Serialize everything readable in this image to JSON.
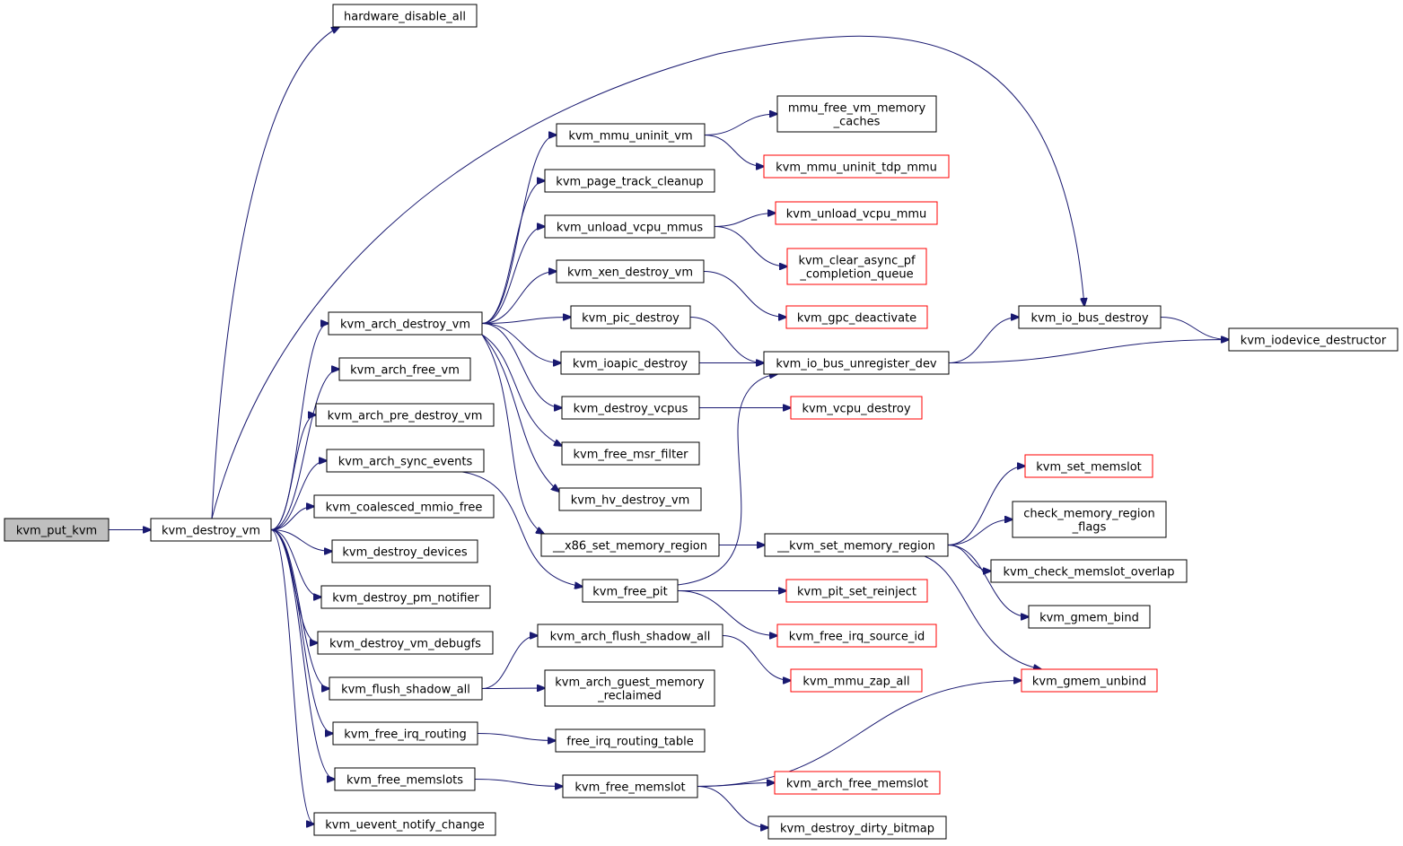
{
  "graph": {
    "colors": {
      "edge": "#191970",
      "node_border": "#000000",
      "truncated_node_border": "#ff0000",
      "root_fill": "#bfbfbf"
    },
    "nodes": [
      {
        "id": "kvm_put_kvm",
        "lines": [
          "kvm_put_kvm"
        ],
        "style": "root"
      },
      {
        "id": "kvm_destroy_vm",
        "lines": [
          "kvm_destroy_vm"
        ],
        "style": "normal"
      },
      {
        "id": "hardware_disable_all",
        "lines": [
          "hardware_disable_all"
        ],
        "style": "normal"
      },
      {
        "id": "kvm_arch_destroy_vm",
        "lines": [
          "kvm_arch_destroy_vm"
        ],
        "style": "normal"
      },
      {
        "id": "kvm_arch_free_vm",
        "lines": [
          "kvm_arch_free_vm"
        ],
        "style": "normal"
      },
      {
        "id": "kvm_arch_pre_destroy_vm",
        "lines": [
          "kvm_arch_pre_destroy_vm"
        ],
        "style": "normal"
      },
      {
        "id": "kvm_arch_sync_events",
        "lines": [
          "kvm_arch_sync_events"
        ],
        "style": "normal"
      },
      {
        "id": "kvm_coalesced_mmio_free",
        "lines": [
          "kvm_coalesced_mmio_free"
        ],
        "style": "normal"
      },
      {
        "id": "kvm_destroy_devices",
        "lines": [
          "kvm_destroy_devices"
        ],
        "style": "normal"
      },
      {
        "id": "kvm_destroy_pm_notifier",
        "lines": [
          "kvm_destroy_pm_notifier"
        ],
        "style": "normal"
      },
      {
        "id": "kvm_destroy_vm_debugfs",
        "lines": [
          "kvm_destroy_vm_debugfs"
        ],
        "style": "normal"
      },
      {
        "id": "kvm_flush_shadow_all",
        "lines": [
          "kvm_flush_shadow_all"
        ],
        "style": "normal"
      },
      {
        "id": "kvm_free_irq_routing",
        "lines": [
          "kvm_free_irq_routing"
        ],
        "style": "normal"
      },
      {
        "id": "kvm_free_memslots",
        "lines": [
          "kvm_free_memslots"
        ],
        "style": "normal"
      },
      {
        "id": "kvm_uevent_notify_change",
        "lines": [
          "kvm_uevent_notify_change"
        ],
        "style": "normal"
      },
      {
        "id": "kvm_mmu_uninit_vm",
        "lines": [
          "kvm_mmu_uninit_vm"
        ],
        "style": "normal"
      },
      {
        "id": "kvm_page_track_cleanup",
        "lines": [
          "kvm_page_track_cleanup"
        ],
        "style": "normal"
      },
      {
        "id": "kvm_unload_vcpu_mmus",
        "lines": [
          "kvm_unload_vcpu_mmus"
        ],
        "style": "normal"
      },
      {
        "id": "kvm_xen_destroy_vm",
        "lines": [
          "kvm_xen_destroy_vm"
        ],
        "style": "normal"
      },
      {
        "id": "kvm_pic_destroy",
        "lines": [
          "kvm_pic_destroy"
        ],
        "style": "normal"
      },
      {
        "id": "kvm_ioapic_destroy",
        "lines": [
          "kvm_ioapic_destroy"
        ],
        "style": "normal"
      },
      {
        "id": "kvm_destroy_vcpus",
        "lines": [
          "kvm_destroy_vcpus"
        ],
        "style": "normal"
      },
      {
        "id": "kvm_free_msr_filter",
        "lines": [
          "kvm_free_msr_filter"
        ],
        "style": "normal"
      },
      {
        "id": "kvm_hv_destroy_vm",
        "lines": [
          "kvm_hv_destroy_vm"
        ],
        "style": "normal"
      },
      {
        "id": "x86_set_memory_region",
        "lines": [
          "__x86_set_memory_region"
        ],
        "style": "normal"
      },
      {
        "id": "kvm_free_pit",
        "lines": [
          "kvm_free_pit"
        ],
        "style": "normal"
      },
      {
        "id": "kvm_arch_flush_shadow_all",
        "lines": [
          "kvm_arch_flush_shadow_all"
        ],
        "style": "normal"
      },
      {
        "id": "kvm_arch_guest_memory_reclaimed",
        "lines": [
          "kvm_arch_guest_memory",
          "_reclaimed"
        ],
        "style": "normal"
      },
      {
        "id": "free_irq_routing_table",
        "lines": [
          "free_irq_routing_table"
        ],
        "style": "normal"
      },
      {
        "id": "kvm_free_memslot",
        "lines": [
          "kvm_free_memslot"
        ],
        "style": "normal"
      },
      {
        "id": "mmu_free_vm_memory_caches",
        "lines": [
          "mmu_free_vm_memory",
          "_caches"
        ],
        "style": "normal"
      },
      {
        "id": "kvm_mmu_uninit_tdp_mmu",
        "lines": [
          "kvm_mmu_uninit_tdp_mmu"
        ],
        "style": "truncated"
      },
      {
        "id": "kvm_unload_vcpu_mmu",
        "lines": [
          "kvm_unload_vcpu_mmu"
        ],
        "style": "truncated"
      },
      {
        "id": "kvm_clear_async_pf_completion_queue",
        "lines": [
          "kvm_clear_async_pf",
          "_completion_queue"
        ],
        "style": "truncated"
      },
      {
        "id": "kvm_gpc_deactivate",
        "lines": [
          "kvm_gpc_deactivate"
        ],
        "style": "truncated"
      },
      {
        "id": "kvm_io_bus_unregister_dev",
        "lines": [
          "kvm_io_bus_unregister_dev"
        ],
        "style": "normal"
      },
      {
        "id": "kvm_vcpu_destroy",
        "lines": [
          "kvm_vcpu_destroy"
        ],
        "style": "truncated"
      },
      {
        "id": "kvm_set_memory_region",
        "lines": [
          "__kvm_set_memory_region"
        ],
        "style": "normal"
      },
      {
        "id": "kvm_pit_set_reinject",
        "lines": [
          "kvm_pit_set_reinject"
        ],
        "style": "truncated"
      },
      {
        "id": "kvm_free_irq_source_id",
        "lines": [
          "kvm_free_irq_source_id"
        ],
        "style": "truncated"
      },
      {
        "id": "kvm_mmu_zap_all",
        "lines": [
          "kvm_mmu_zap_all"
        ],
        "style": "truncated"
      },
      {
        "id": "kvm_arch_free_memslot",
        "lines": [
          "kvm_arch_free_memslot"
        ],
        "style": "truncated"
      },
      {
        "id": "kvm_destroy_dirty_bitmap",
        "lines": [
          "kvm_destroy_dirty_bitmap"
        ],
        "style": "normal"
      },
      {
        "id": "kvm_io_bus_destroy",
        "lines": [
          "kvm_io_bus_destroy"
        ],
        "style": "normal"
      },
      {
        "id": "kvm_iodevice_destructor",
        "lines": [
          "kvm_iodevice_destructor"
        ],
        "style": "normal"
      },
      {
        "id": "kvm_set_memslot",
        "lines": [
          "kvm_set_memslot"
        ],
        "style": "truncated"
      },
      {
        "id": "check_memory_region_flags",
        "lines": [
          "check_memory_region",
          "_flags"
        ],
        "style": "normal"
      },
      {
        "id": "kvm_check_memslot_overlap",
        "lines": [
          "kvm_check_memslot_overlap"
        ],
        "style": "normal"
      },
      {
        "id": "kvm_gmem_bind",
        "lines": [
          "kvm_gmem_bind"
        ],
        "style": "normal"
      },
      {
        "id": "kvm_gmem_unbind",
        "lines": [
          "kvm_gmem_unbind"
        ],
        "style": "truncated"
      }
    ],
    "edges": [
      {
        "from": "kvm_put_kvm",
        "to": "kvm_destroy_vm"
      },
      {
        "from": "kvm_destroy_vm",
        "to": "hardware_disable_all"
      },
      {
        "from": "kvm_destroy_vm",
        "to": "kvm_io_bus_destroy"
      },
      {
        "from": "kvm_destroy_vm",
        "to": "kvm_arch_destroy_vm"
      },
      {
        "from": "kvm_destroy_vm",
        "to": "kvm_arch_free_vm"
      },
      {
        "from": "kvm_destroy_vm",
        "to": "kvm_arch_pre_destroy_vm"
      },
      {
        "from": "kvm_destroy_vm",
        "to": "kvm_arch_sync_events"
      },
      {
        "from": "kvm_destroy_vm",
        "to": "kvm_coalesced_mmio_free"
      },
      {
        "from": "kvm_destroy_vm",
        "to": "kvm_destroy_devices"
      },
      {
        "from": "kvm_destroy_vm",
        "to": "kvm_destroy_pm_notifier"
      },
      {
        "from": "kvm_destroy_vm",
        "to": "kvm_destroy_vm_debugfs"
      },
      {
        "from": "kvm_destroy_vm",
        "to": "kvm_flush_shadow_all"
      },
      {
        "from": "kvm_destroy_vm",
        "to": "kvm_free_irq_routing"
      },
      {
        "from": "kvm_destroy_vm",
        "to": "kvm_free_memslots"
      },
      {
        "from": "kvm_destroy_vm",
        "to": "kvm_uevent_notify_change"
      },
      {
        "from": "kvm_arch_destroy_vm",
        "to": "kvm_mmu_uninit_vm"
      },
      {
        "from": "kvm_arch_destroy_vm",
        "to": "kvm_page_track_cleanup"
      },
      {
        "from": "kvm_arch_destroy_vm",
        "to": "kvm_unload_vcpu_mmus"
      },
      {
        "from": "kvm_arch_destroy_vm",
        "to": "kvm_xen_destroy_vm"
      },
      {
        "from": "kvm_arch_destroy_vm",
        "to": "kvm_pic_destroy"
      },
      {
        "from": "kvm_arch_destroy_vm",
        "to": "kvm_ioapic_destroy"
      },
      {
        "from": "kvm_arch_destroy_vm",
        "to": "kvm_destroy_vcpus"
      },
      {
        "from": "kvm_arch_destroy_vm",
        "to": "kvm_free_msr_filter"
      },
      {
        "from": "kvm_arch_destroy_vm",
        "to": "kvm_hv_destroy_vm"
      },
      {
        "from": "kvm_arch_destroy_vm",
        "to": "x86_set_memory_region"
      },
      {
        "from": "kvm_arch_sync_events",
        "to": "kvm_free_pit"
      },
      {
        "from": "kvm_flush_shadow_all",
        "to": "kvm_arch_flush_shadow_all"
      },
      {
        "from": "kvm_flush_shadow_all",
        "to": "kvm_arch_guest_memory_reclaimed"
      },
      {
        "from": "kvm_free_irq_routing",
        "to": "free_irq_routing_table"
      },
      {
        "from": "kvm_free_memslots",
        "to": "kvm_free_memslot"
      },
      {
        "from": "kvm_mmu_uninit_vm",
        "to": "mmu_free_vm_memory_caches"
      },
      {
        "from": "kvm_mmu_uninit_vm",
        "to": "kvm_mmu_uninit_tdp_mmu"
      },
      {
        "from": "kvm_unload_vcpu_mmus",
        "to": "kvm_unload_vcpu_mmu"
      },
      {
        "from": "kvm_unload_vcpu_mmus",
        "to": "kvm_clear_async_pf_completion_queue"
      },
      {
        "from": "kvm_xen_destroy_vm",
        "to": "kvm_gpc_deactivate"
      },
      {
        "from": "kvm_pic_destroy",
        "to": "kvm_io_bus_unregister_dev"
      },
      {
        "from": "kvm_ioapic_destroy",
        "to": "kvm_io_bus_unregister_dev"
      },
      {
        "from": "kvm_destroy_vcpus",
        "to": "kvm_vcpu_destroy"
      },
      {
        "from": "x86_set_memory_region",
        "to": "kvm_set_memory_region"
      },
      {
        "from": "kvm_free_pit",
        "to": "kvm_io_bus_unregister_dev"
      },
      {
        "from": "kvm_free_pit",
        "to": "kvm_pit_set_reinject"
      },
      {
        "from": "kvm_free_pit",
        "to": "kvm_free_irq_source_id"
      },
      {
        "from": "kvm_arch_flush_shadow_all",
        "to": "kvm_mmu_zap_all"
      },
      {
        "from": "kvm_free_memslot",
        "to": "kvm_gmem_unbind"
      },
      {
        "from": "kvm_free_memslot",
        "to": "kvm_arch_free_memslot"
      },
      {
        "from": "kvm_free_memslot",
        "to": "kvm_destroy_dirty_bitmap"
      },
      {
        "from": "kvm_io_bus_unregister_dev",
        "to": "kvm_io_bus_destroy"
      },
      {
        "from": "kvm_io_bus_unregister_dev",
        "to": "kvm_iodevice_destructor"
      },
      {
        "from": "kvm_io_bus_destroy",
        "to": "kvm_iodevice_destructor"
      },
      {
        "from": "kvm_set_memory_region",
        "to": "kvm_set_memslot"
      },
      {
        "from": "kvm_set_memory_region",
        "to": "check_memory_region_flags"
      },
      {
        "from": "kvm_set_memory_region",
        "to": "kvm_check_memslot_overlap"
      },
      {
        "from": "kvm_set_memory_region",
        "to": "kvm_gmem_bind"
      },
      {
        "from": "kvm_set_memory_region",
        "to": "kvm_gmem_unbind"
      }
    ]
  }
}
